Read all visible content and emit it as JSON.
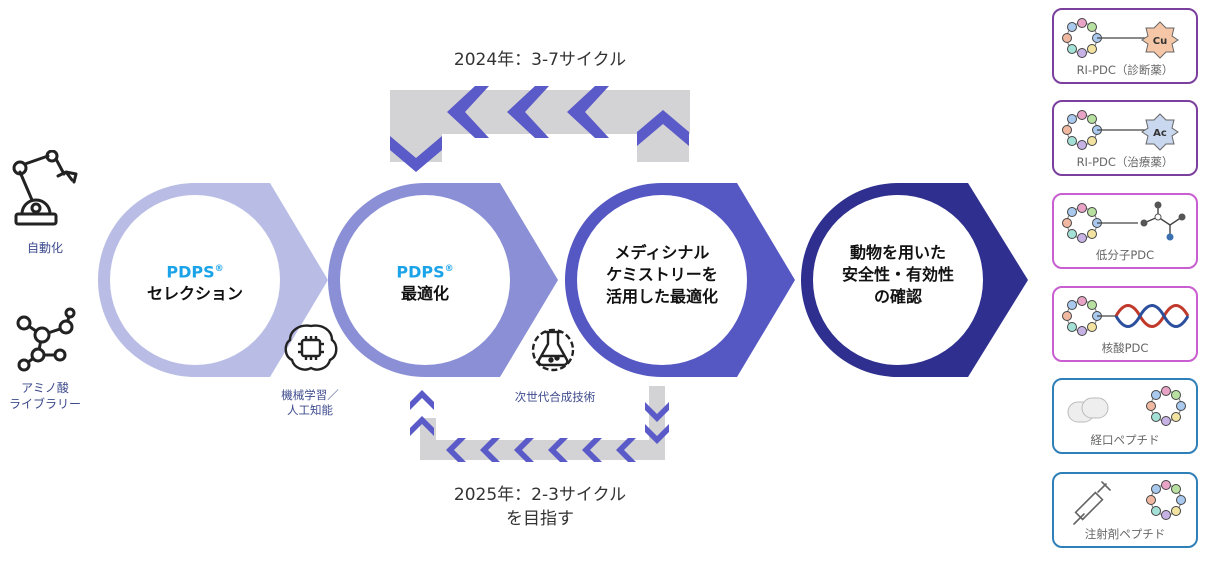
{
  "left": {
    "automation_label": "自動化",
    "library_label_line1": "アミノ酸",
    "library_label_line2": "ライブラリー"
  },
  "cycle_top": {
    "label": "2024年：3-7サイクル"
  },
  "cycle_bottom": {
    "label_line1": "2025年：2-3サイクル",
    "label_line2": "を目指す"
  },
  "stages": [
    {
      "brand": "PDPS",
      "reg": "®",
      "text_lines": [
        "セレクション"
      ]
    },
    {
      "brand": "PDPS",
      "reg": "®",
      "text_lines": [
        "最適化"
      ]
    },
    {
      "text_lines": [
        "メディシナル",
        "ケミストリーを",
        "活用した最適化"
      ]
    },
    {
      "text_lines": [
        "動物を用いた",
        "安全性・有効性",
        "の確認"
      ]
    }
  ],
  "icons": {
    "ml_caption_line1": "機械学習／",
    "ml_caption_line2": "人工知能",
    "synth_caption": "次世代合成技術"
  },
  "cards": [
    {
      "caption": "RI-PDC（診断薬）",
      "tag": "Cu",
      "border_color": "#7b3f9e"
    },
    {
      "caption": "RI-PDC（治療薬）",
      "tag": "Ac",
      "border_color": "#7b3f9e"
    },
    {
      "caption": "低分子PDC",
      "border_color": "#c85ed0"
    },
    {
      "caption": "核酸PDC",
      "border_color": "#c85ed0"
    },
    {
      "caption": "経口ペプチド",
      "border_color": "#2f7fb8"
    },
    {
      "caption": "注射剤ペプチド",
      "border_color": "#2f7fb8"
    }
  ],
  "colors": {
    "stage1": "#b9bde6",
    "stage2": "#8a8fd6",
    "stage3": "#5557c3",
    "stage4": "#2f2f8f",
    "chevron": "#5a5ac8",
    "band": "#d3d3d5"
  }
}
